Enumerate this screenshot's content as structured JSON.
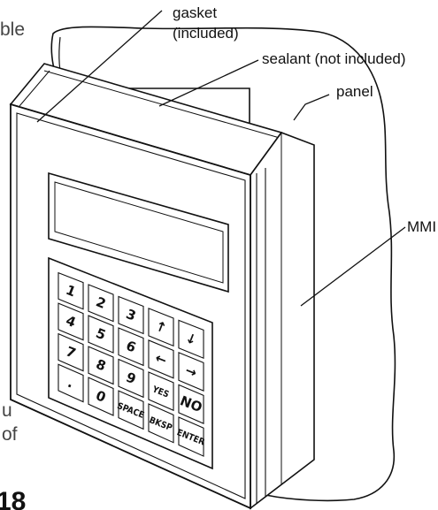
{
  "labels": {
    "gasket_line1": "gasket",
    "gasket_line2": "(included)",
    "sealant": "sealant (not included)",
    "panel": "panel",
    "mmi": "MMI"
  },
  "edge_text": {
    "top": "ble",
    "bottom_line1": "u",
    "bottom_line2": "of",
    "page_number": "18"
  },
  "keypad": {
    "rows": [
      [
        "1",
        "2",
        "3",
        "↑",
        "↓"
      ],
      [
        "4",
        "5",
        "6",
        "←",
        "→"
      ],
      [
        "7",
        "8",
        "9",
        "YES",
        "NO"
      ],
      [
        ".",
        "0",
        "SPACE",
        "BKSP",
        "ENTER"
      ]
    ]
  }
}
